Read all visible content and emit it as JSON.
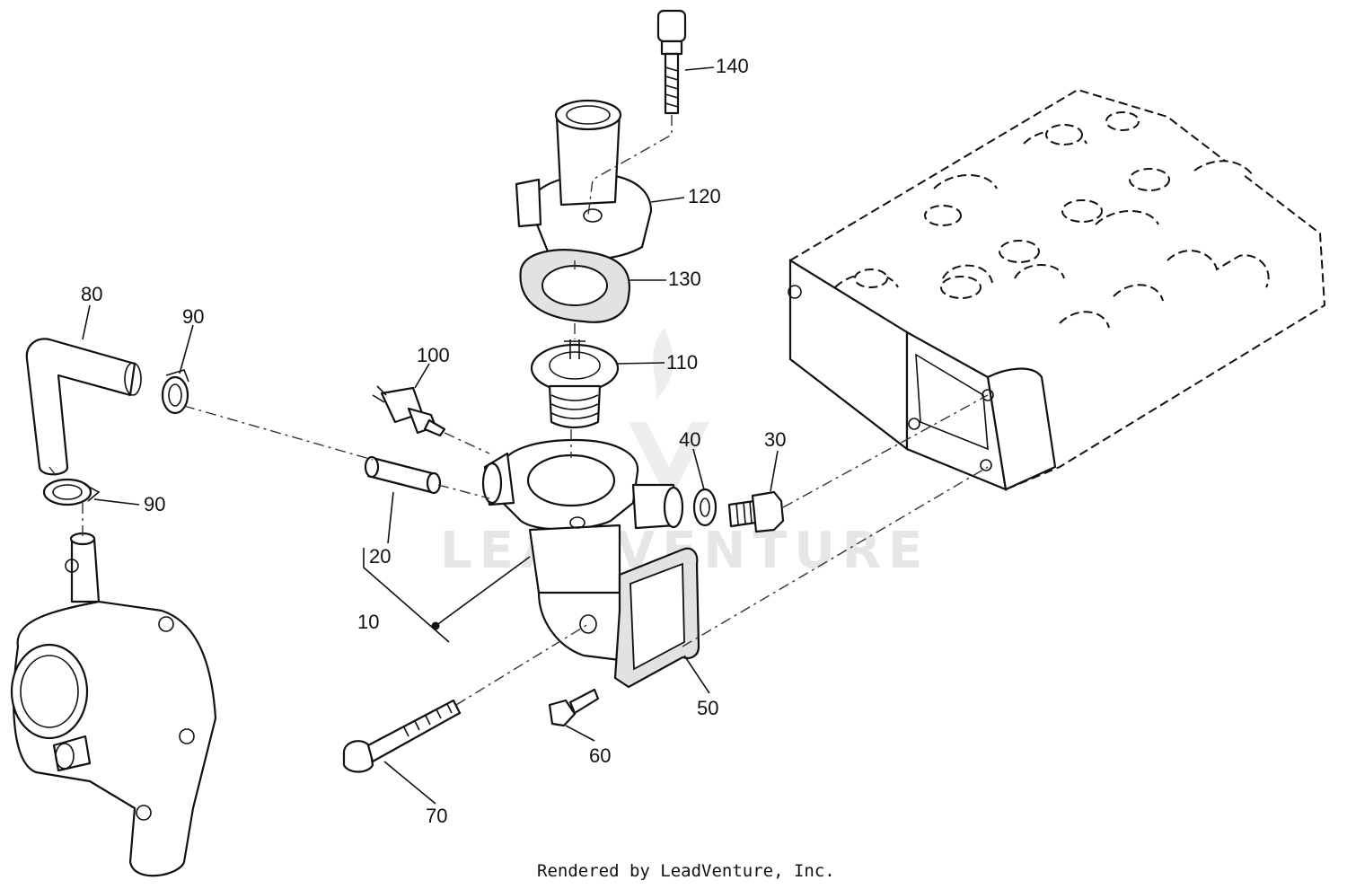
{
  "diagram": {
    "footer": "Rendered by LeadVenture, Inc.",
    "watermark": "LEADVENTURE",
    "callouts": [
      {
        "id": "140",
        "label": "140"
      },
      {
        "id": "120",
        "label": "120"
      },
      {
        "id": "130",
        "label": "130"
      },
      {
        "id": "110",
        "label": "110"
      },
      {
        "id": "100",
        "label": "100"
      },
      {
        "id": "80",
        "label": "80"
      },
      {
        "id": "90a",
        "label": "90"
      },
      {
        "id": "90b",
        "label": "90"
      },
      {
        "id": "40",
        "label": "40"
      },
      {
        "id": "30",
        "label": "30"
      },
      {
        "id": "20",
        "label": "20"
      },
      {
        "id": "10",
        "label": "10"
      },
      {
        "id": "50",
        "label": "50"
      },
      {
        "id": "60",
        "label": "60"
      },
      {
        "id": "70",
        "label": "70"
      }
    ]
  }
}
